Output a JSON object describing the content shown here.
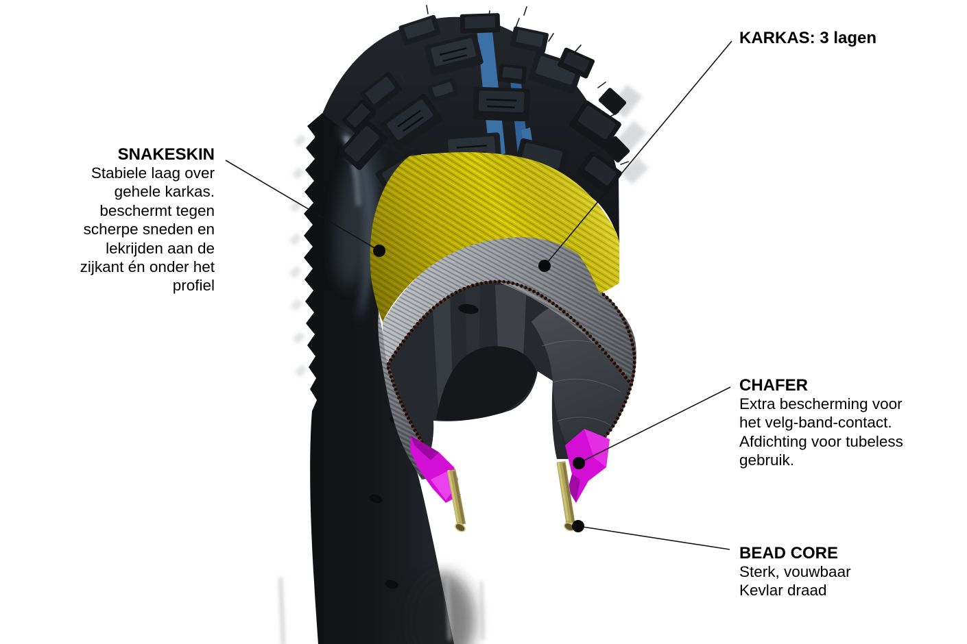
{
  "figure": {
    "type": "tire-cutaway-diagram",
    "language": "nl"
  },
  "callouts": {
    "snakeskin": {
      "title": "SNAKESKIN",
      "body": "Stabiele laag over\ngehele karkas.\nbeschermt tegen\nscherpe sneden en\nlekrijden aan de\nzijkant én onder het\nprofiel"
    },
    "karkas": {
      "title": "KARKAS: 3 lagen",
      "body": ""
    },
    "chafer": {
      "title": "CHAFER",
      "body": "Extra bescherming voor\nhet velg-band-contact.\nAfdichting voor tubeless\ngebruik."
    },
    "bead_core": {
      "title": "BEAD CORE",
      "body": "Sterk, vouwbaar\nKevlar draad"
    }
  },
  "colors": {
    "background": "#ffffff",
    "text": "#000000",
    "leader_line": "#141414",
    "tire_rubber_dark": "#17191d",
    "tread_block": "#24282d",
    "tread_accent_blue": "#3b70a6",
    "snakeskin_yellow": "#d2c300",
    "carcass_gray": "#9a9da2",
    "interior_dark": "#33363b",
    "stitch_brown": "#6b3020",
    "chafer_magenta": "#d30fd6",
    "bead_core_olive": "#b1a55c"
  }
}
